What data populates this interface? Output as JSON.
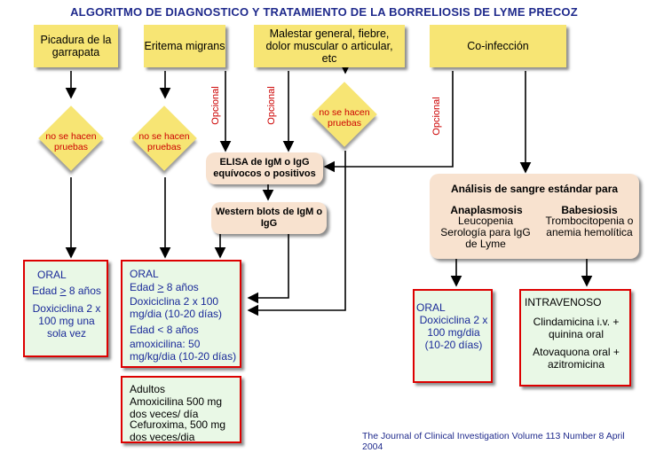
{
  "title": "ALGORITMO DE DIAGNOSTICO Y TRATAMIENTO DE LA BORRELIOSIS DE LYME PRECOZ",
  "entries": {
    "picadura": "Picadura de la garrapata",
    "eritema": "Eritema migrans",
    "malestar": "Malestar general, fiebre, dolor muscular o articular, etc",
    "coinfeccion": "Co-infección"
  },
  "diamond_label": "no se hacen pruebas",
  "optional_label": "Opcional",
  "elisa": "ELISA de IgM o IgG equívocos o positivos",
  "western": "Western blots de IgM o IgG",
  "analisis": {
    "title": "Análisis de sangre estándar para",
    "anaplasmosis_heading": "Anaplasmosis",
    "anaplasmosis_text": "Leucopenia Serología para IgG de Lyme",
    "babesiosis_heading": "Babesiosis",
    "babesiosis_text": "Trombocitopenia o anemia hemolítica"
  },
  "box1": {
    "route": "ORAL",
    "edad_prefix": "Edad ",
    "edad_ge": "&gt;",
    "edad_suffix": " 8 años",
    "drug": "Doxiciclina 2 x 100 mg una sola vez"
  },
  "box2": {
    "route": "ORAL",
    "edad1_prefix": "Edad ",
    "edad1_suffix": " 8 años",
    "drug1": "Doxiciclina 2 x 100 mg/dia (10-20 días)",
    "edad2": "Edad < 8 años",
    "drug2": "amoxicilina: 50 mg/kg/dia (10-20 días)"
  },
  "box3": {
    "adultos": "Adultos",
    "drug1": "Amoxicilina 500 mg dos veces/ día",
    "drug2": "Cefuroxima, 500 mg dos veces/dia"
  },
  "box4": {
    "route": "ORAL",
    "drug": "Doxiciclina 2 x 100 mg/dia (10-20 días)"
  },
  "box5": {
    "route": "INTRAVENOSO",
    "drug1": "Clindamicina i.v. + quinina oral",
    "drug2": "Atovaquona oral + azitromicina"
  },
  "footer": "The Journal of Clinical Investigation Volume 113 Number 8 April 2004",
  "colors": {
    "title": "#1f2a8c",
    "entry_fill": "#f7e574",
    "peach_fill": "#f8e2cf",
    "green_fill": "#e9f8e6",
    "border_red": "#dd0000",
    "red_text": "#cc0000"
  }
}
